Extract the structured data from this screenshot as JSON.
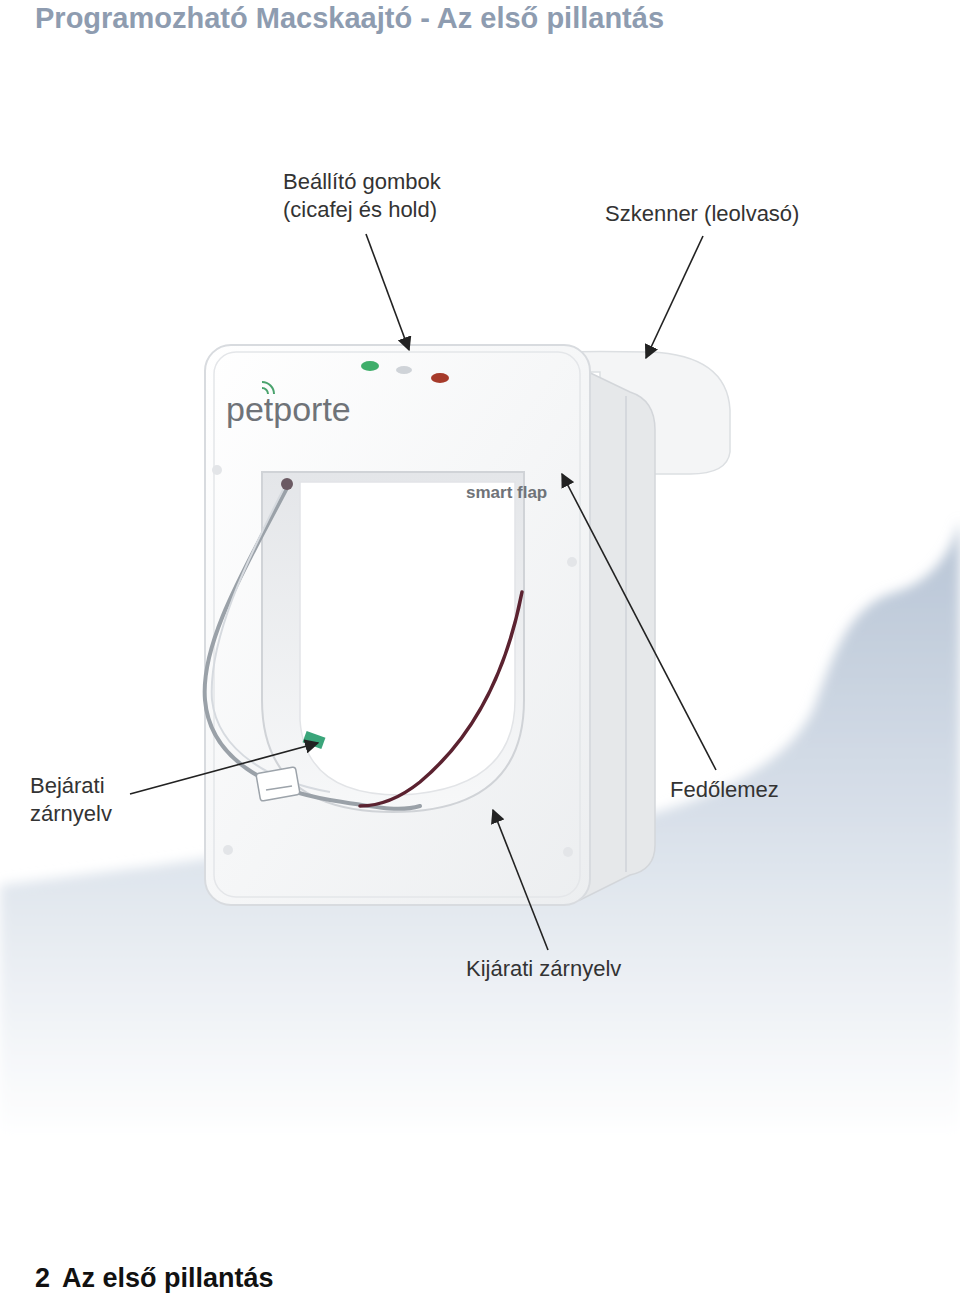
{
  "diagram": {
    "title": "Programozható Macskaajtó - Az első pillantás",
    "labels": [
      "Beállító gombok (cicafej és hold)",
      "Szkenner (leolvasó)",
      "petporte",
      "smart flap",
      "Bejárati zárnyelv",
      "Fedőlemez",
      "Kijárati zárnyelv",
      "2",
      "Az első pillantás"
    ]
  }
}
